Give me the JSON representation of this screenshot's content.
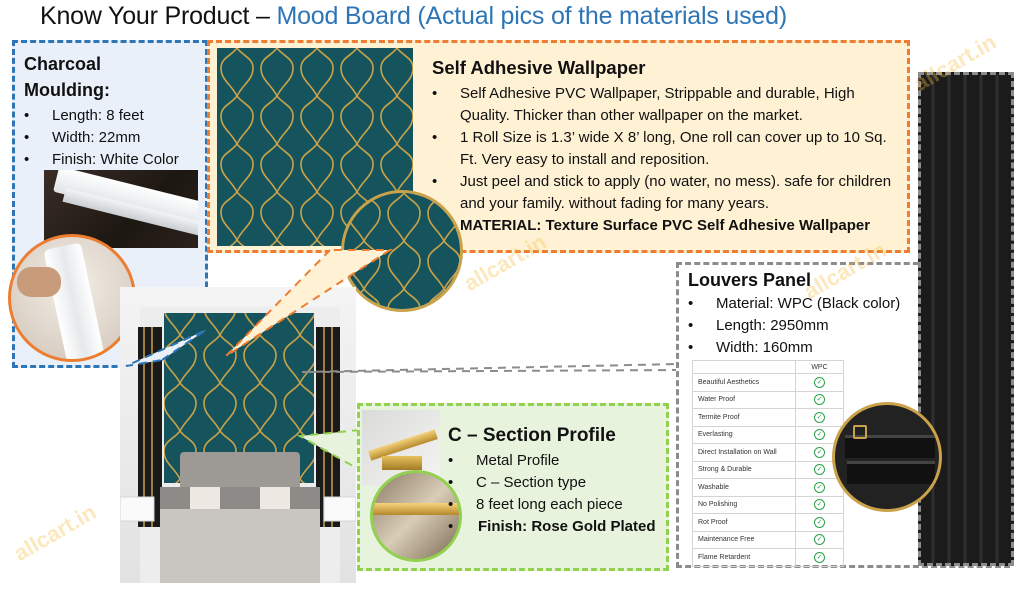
{
  "title": {
    "main": "Know Your Product – ",
    "accent": "Mood Board (Actual pics of the materials used)"
  },
  "watermark": "allcart.in",
  "charcoal": {
    "heading_line1": "Charcoal",
    "heading_line2": "Moulding:",
    "items": [
      "Length: 8 feet",
      "Width: 22mm",
      "Finish: White Color"
    ]
  },
  "wallpaper": {
    "heading": "Self Adhesive Wallpaper",
    "items": [
      "Self Adhesive PVC Wallpaper, Strippable and durable, High Quality. Thicker than other wallpaper on the market.",
      "1 Roll Size is 1.3’ wide X 8’ long, One roll can cover up to 10 Sq. Ft. Very easy to install and reposition.",
      "Just peel and stick to apply (no water, no mess). safe for children and your family. without fading for many years."
    ],
    "material": "MATERIAL: Texture Surface PVC Self Adhesive Wallpaper"
  },
  "louvers": {
    "heading": "Louvers Panel",
    "items": [
      "Material: WPC (Black color)",
      "Length: 2950mm",
      "Width: 160mm"
    ],
    "table_header": "WPC",
    "table_rows": [
      "Beautiful Aesthetics",
      "Water Proof",
      "Termite Proof",
      "Everlasting",
      "Direct Installation on Wall",
      "Strong & Durable",
      "Washable",
      "No Polishing",
      "Rot Proof",
      "Maintenance Free",
      "Flame Retardent"
    ]
  },
  "csection": {
    "heading": "C – Section Profile",
    "items": [
      "Metal Profile",
      "C – Section type",
      "8 feet long each piece"
    ],
    "finish": "Finish: Rose Gold Plated"
  },
  "colors": {
    "blue": "#2e75b6",
    "orange": "#ed7d31",
    "gray": "#8c8c8c",
    "green": "#92d050",
    "teal": "#1f5d63",
    "gold": "#c9a24a"
  }
}
